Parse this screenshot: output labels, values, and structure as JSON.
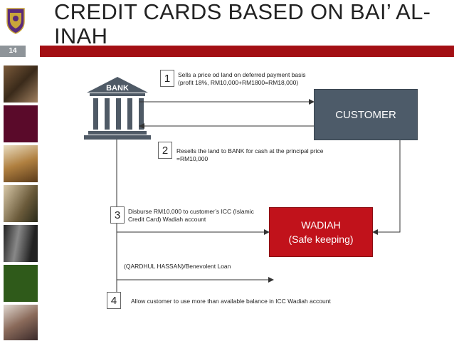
{
  "slide": {
    "title": "CREDIT CARDS BASED ON BAI’ AL-INAH",
    "page_number": "14"
  },
  "nodes": {
    "bank_label": "BANK",
    "customer_label": "CUSTOMER",
    "wadiah_title": "WADIAH",
    "wadiah_subtitle": "(Safe keeping)"
  },
  "steps": [
    {
      "number": "1",
      "text": "Sells a price od land on deferred payment basis (profit 18%, RM10,000+RM1800=RM18,000)"
    },
    {
      "number": "2",
      "text": "Resells the land to BANK for cash at the principal price =RM10,000"
    },
    {
      "number": "3",
      "text": "Disburse RM10,000 to customer’s ICC  (Islamic Credit Card) Wadiah account"
    },
    {
      "number": "4",
      "text": "Allow customer to use more than available balance in ICC Wadiah account"
    }
  ],
  "loan_label": "(QARDHUL HASSAN)/Benevolent Loan",
  "colors": {
    "accent_red": "#a30f14",
    "customer_fill": "#4d5b69",
    "wadiah_fill": "#c1121b",
    "bank_fill": "#4f5a66"
  }
}
